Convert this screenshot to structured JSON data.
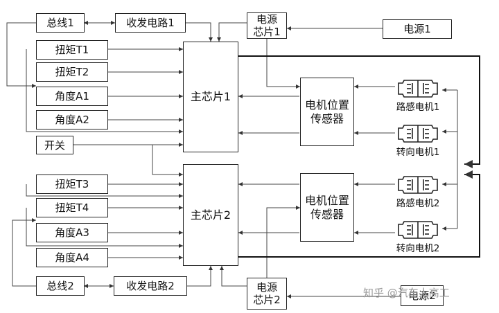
{
  "blocks": {
    "bus1": "总线1",
    "transceiver1": "收发电路1",
    "power_chip1": [
      "电源",
      "芯片1"
    ],
    "power1": "电源1",
    "torque_t1": "扭矩T1",
    "torque_t2": "扭矩T2",
    "angle_a1": "角度A1",
    "angle_a2": "角度A2",
    "switch": "开关",
    "main_chip1": "主芯片1",
    "position_sensor1": [
      "电机位置",
      "传感器"
    ],
    "torque_t3": "扭矩T3",
    "torque_t4": "扭矩T4",
    "angle_a3": "角度A3",
    "angle_a4": "角度A4",
    "main_chip2": "主芯片2",
    "position_sensor2": [
      "电机位置",
      "传感器"
    ],
    "bus2": "总线2",
    "transceiver2": "收发电路2",
    "power_chip2": [
      "电源",
      "芯片2"
    ],
    "power2": "电源2"
  },
  "motors": {
    "road_feel_motor1": "路感电机1",
    "steering_motor1": "转向电机1",
    "road_feel_motor2": "路感电机2",
    "steering_motor2": "转向电机2",
    "icon": "motor-icon"
  },
  "watermark": "知乎 @汽车人高工"
}
